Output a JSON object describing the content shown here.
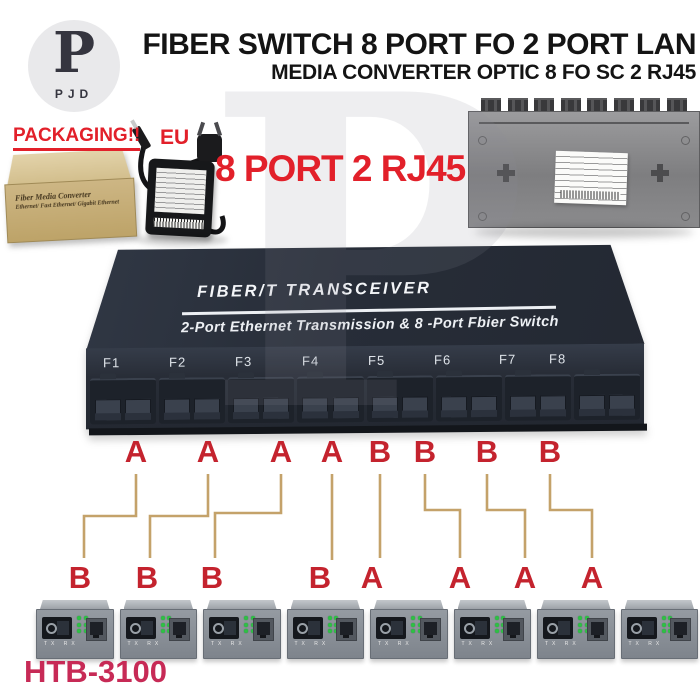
{
  "logo": {
    "monogram": "P",
    "brand": "PJD"
  },
  "header": {
    "title": "FIBER SWITCH 8 PORT FO 2 PORT LAN",
    "subtitle": "MEDIA CONVERTER OPTIC 8 FO SC 2 RJ45"
  },
  "promo": {
    "packaging_label": "PACKAGING!!",
    "box": {
      "line1": "Fiber Media Converter",
      "line2": "Ethernet/ Fast Ethernet/ Gigabit Ethernet"
    },
    "plug_region_label": "EU",
    "slogan": "8 PORT 2 RJ45"
  },
  "switch": {
    "name": "FIBER/T TRANSCEIVER",
    "tagline": "2-Port Ethernet Transmission & 8 -Port Fbier Switch",
    "port_labels": [
      "F1",
      "F2",
      "F3",
      "F4",
      "F5",
      "F6",
      "F7",
      "F8"
    ]
  },
  "diagram": {
    "top_labels": [
      "A",
      "A",
      "A",
      "A",
      "B",
      "B",
      "B",
      "B"
    ],
    "bottom_labels": [
      "B",
      "B",
      "B",
      "B",
      "A",
      "A",
      "A",
      "A"
    ]
  },
  "converters": {
    "model": "HTB-3100",
    "count": 8,
    "port_text": "TX RX"
  },
  "colors": {
    "accent-red": "#e2202a",
    "letter-red": "#c4232e",
    "model-pink": "#c72a56",
    "wire-tan": "#c4a26a"
  }
}
